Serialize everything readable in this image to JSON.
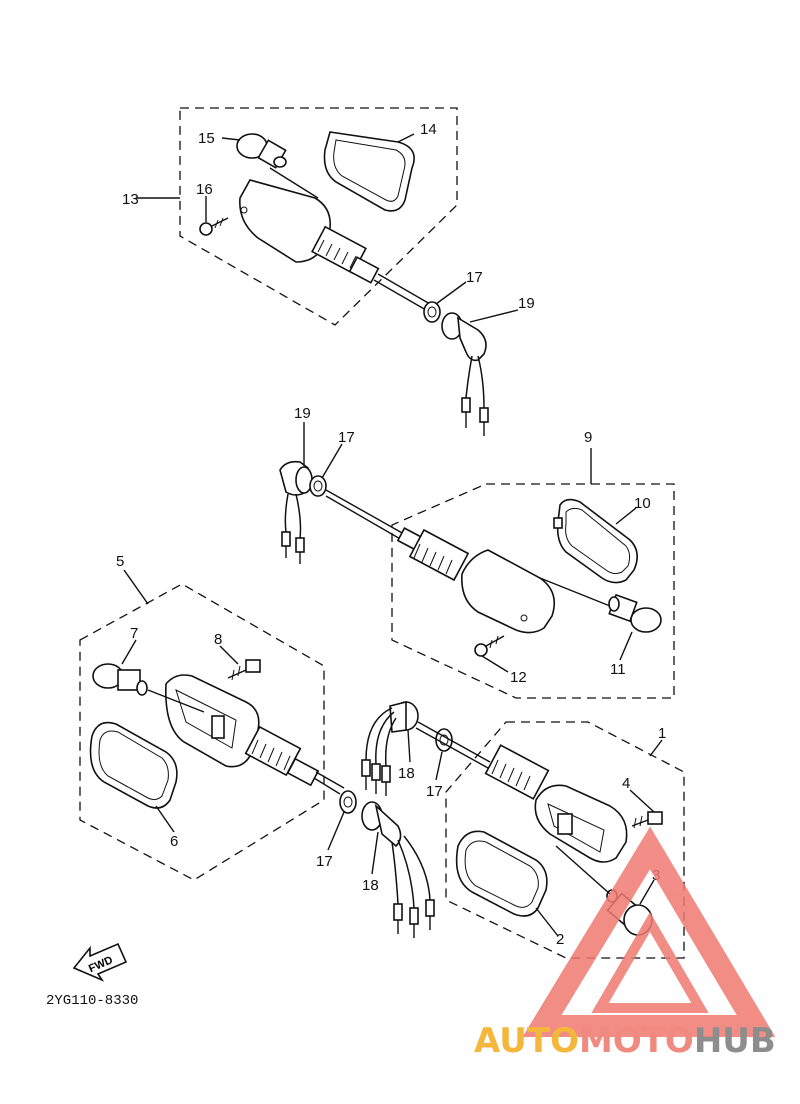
{
  "diagram": {
    "code": "2YG110-8330",
    "fwd_label": "FWD",
    "callouts": {
      "c1": "1",
      "c2": "2",
      "c3": "3",
      "c4": "4",
      "c5": "5",
      "c6": "6",
      "c7": "7",
      "c8": "8",
      "c9": "9",
      "c10": "10",
      "c11": "11",
      "c12": "12",
      "c13": "13",
      "c14": "14",
      "c15": "15",
      "c16": "16",
      "c17a": "17",
      "c17b": "17",
      "c17c": "17",
      "c17d": "17",
      "c18a": "18",
      "c18b": "18",
      "c19a": "19",
      "c19b": "19"
    }
  },
  "watermark": {
    "part1": "AUTO",
    "part2": "MOTO",
    "part3": "HUB",
    "colors": {
      "auto": "#f5b63c",
      "moto": "#f08a80",
      "hub": "#8d8d8d",
      "triangle": "#f07a72"
    }
  }
}
